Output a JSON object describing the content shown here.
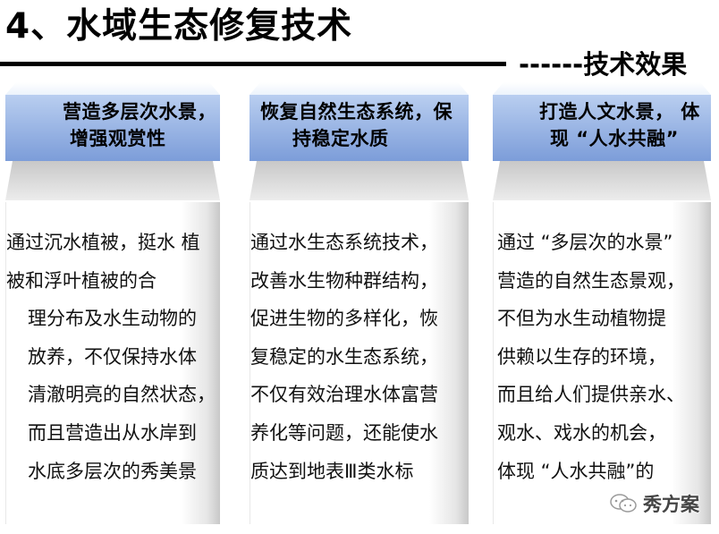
{
  "title": "4、水域生态修复技术",
  "subtitle": "------技术效果",
  "columns": [
    {
      "header_lines": [
        "营造多层次水景，",
        "增强观赏性"
      ],
      "body_lines": [
        "通过沉水植被，挺水 植",
        "被和浮叶植被的合",
        "理分布及水生动物的",
        "放养，不仅保持水体",
        "清澈明亮的自然状态，",
        "而且营造出从水岸到",
        "水底多层次的秀美景"
      ]
    },
    {
      "header_lines": [
        "恢复自然生态系统，保",
        "持稳定水质"
      ],
      "body_lines": [
        "通过水生态系统技术，",
        "改善水生物种群结构，",
        "促进生物的多样化，恢",
        "复稳定的水生态系统，",
        "不仅有效治理水体富营",
        "养化等问题，还能使水",
        "质达到地表Ⅲ类水标"
      ]
    },
    {
      "header_lines": [
        "打造人文水景， 体",
        "现 “人水共融”"
      ],
      "body_lines": [
        "通过 “多层次的水景”",
        "营造的自然生态景观，",
        "不但为水生动植物提",
        "供赖以生存的环境，",
        "而且给人们提供亲水、",
        "观水、戏水的机会，",
        "体现 “人水共融”的"
      ]
    }
  ],
  "watermark": {
    "text": "秀方案",
    "icon": "wechat-icon"
  }
}
